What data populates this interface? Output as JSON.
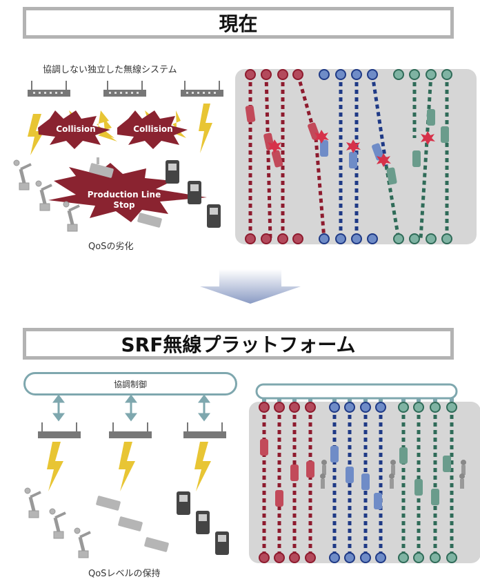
{
  "top": {
    "title": "現在",
    "caption_systems": "協調しない独立した無線システム",
    "collision_left": "Collision",
    "collision_right": "Collision",
    "stop_line1": "Production Line",
    "stop_line2": "Stop",
    "caption_qos": "QoSの劣化"
  },
  "bottom": {
    "title": "SRF無線プラットフォーム",
    "coordination": "協調制御",
    "caption_qos": "QoSレベルの保持"
  },
  "colors": {
    "red": "#8e1b2e",
    "red_node": "#b34a5c",
    "blue": "#1f3a86",
    "blue_node": "#6f8cc7",
    "green": "#2f6b58",
    "green_node": "#7fb3a3",
    "lane": "#d6d6d6",
    "burst": "#8a2330",
    "bolt": "#e8c534",
    "coord": "#7ea7ae"
  }
}
